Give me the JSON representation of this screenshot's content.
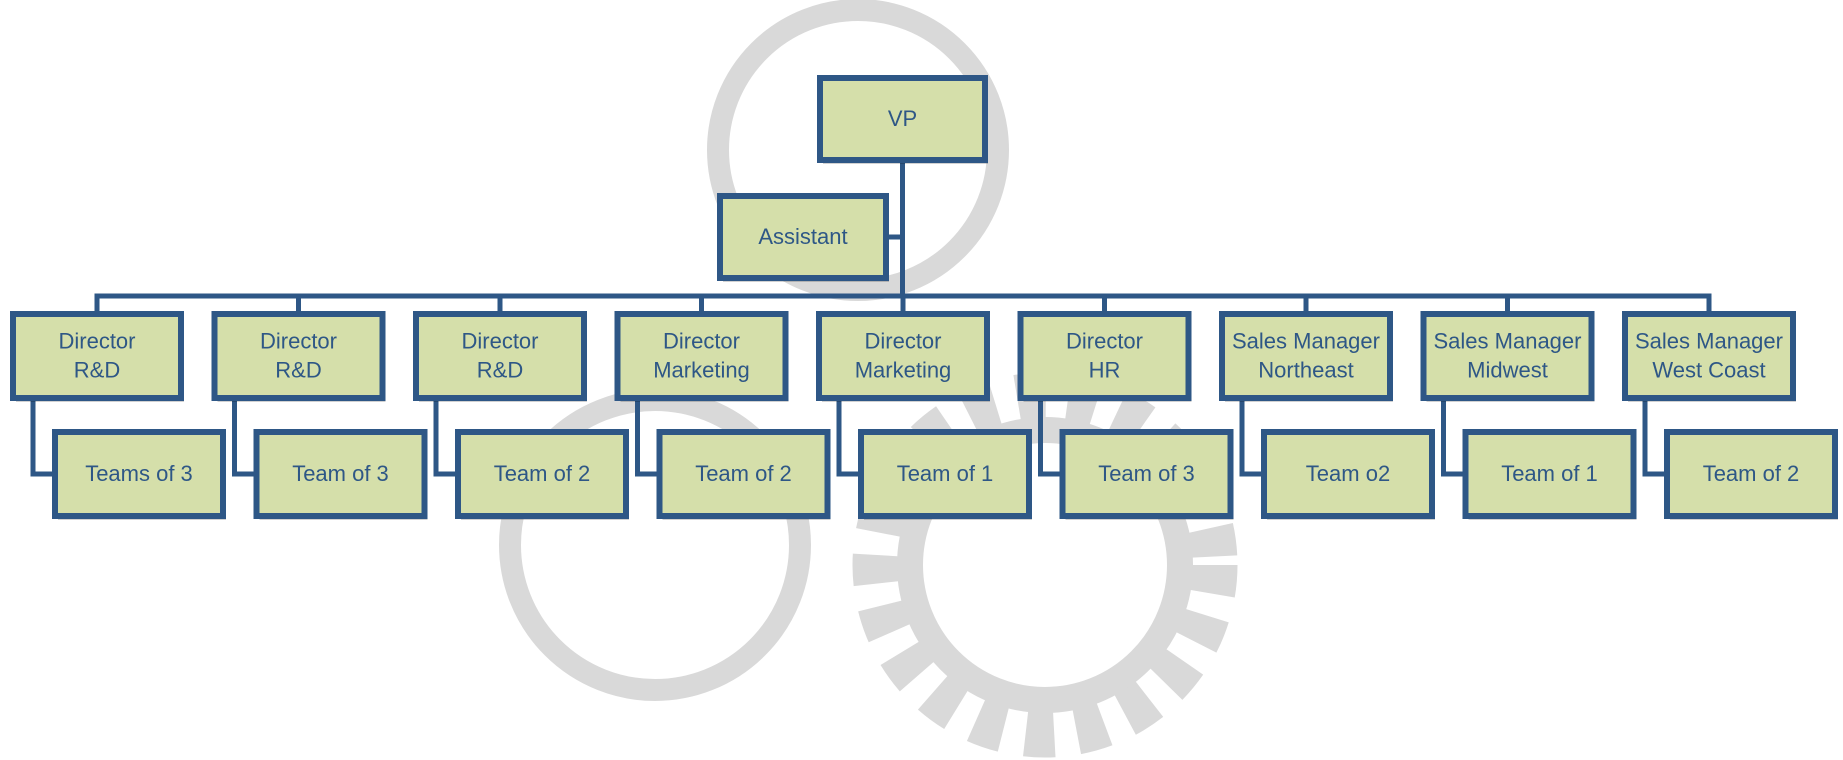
{
  "colors": {
    "box_fill": "#d5dfaa",
    "box_border": "#2e5786",
    "text": "#2e5786",
    "connector": "#2e5786",
    "watermark": "#d9d9d9"
  },
  "watermark": "gears-and-circles-logo",
  "org_chart": {
    "root": {
      "label": "VP"
    },
    "assistant": {
      "label": "Assistant"
    },
    "directors": [
      {
        "lines": [
          "Director",
          "R&D"
        ],
        "team": "Teams of 3"
      },
      {
        "lines": [
          "Director",
          "R&D"
        ],
        "team": "Team of 3"
      },
      {
        "lines": [
          "Director",
          "R&D"
        ],
        "team": "Team of 2"
      },
      {
        "lines": [
          "Director",
          "Marketing"
        ],
        "team": "Team of 2"
      },
      {
        "lines": [
          "Director",
          "Marketing"
        ],
        "team": "Team of 1"
      },
      {
        "lines": [
          "Director",
          "HR"
        ],
        "team": "Team of 3"
      },
      {
        "lines": [
          "Sales Manager",
          "Northeast"
        ],
        "team": "Team o2"
      },
      {
        "lines": [
          "Sales Manager",
          "Midwest"
        ],
        "team": "Team of 1"
      },
      {
        "lines": [
          "Sales Manager",
          "West Coast"
        ],
        "team": "Team of 2"
      }
    ]
  }
}
